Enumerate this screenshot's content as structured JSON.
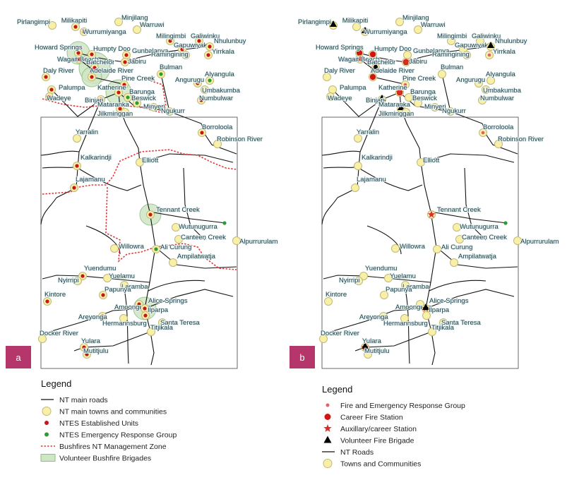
{
  "panels": [
    {
      "id": "a",
      "tag": "a",
      "legend": {
        "title": "Legend",
        "items": [
          {
            "symbol": "line",
            "label": "NT main roads"
          },
          {
            "symbol": "town",
            "label": "NT main towns and communities"
          },
          {
            "symbol": "red-dot",
            "label": "NTES Established Units"
          },
          {
            "symbol": "green-dot",
            "label": "NTES Emergency Response Group"
          },
          {
            "symbol": "dashed",
            "label": "Bushfires NT Management Zone"
          },
          {
            "symbol": "green-rect",
            "label": "Volunteer Bushfire Brigades"
          }
        ]
      },
      "places": [
        {
          "name": "Pirlangimpi"
        },
        {
          "name": "Milikapiti"
        },
        {
          "name": "Minjilang"
        },
        {
          "name": "Wurrumiyanga"
        },
        {
          "name": "Warruwi"
        },
        {
          "name": "Milingimbi"
        },
        {
          "name": "Galiwinku"
        },
        {
          "name": "Howard Springs"
        },
        {
          "name": "Humpty Doo"
        },
        {
          "name": "Gunbalanya"
        },
        {
          "name": "Gapuwiyak"
        },
        {
          "name": "Nhulunbuy"
        },
        {
          "name": "Wagait Beach"
        },
        {
          "name": "Jabiru"
        },
        {
          "name": "Ramingining"
        },
        {
          "name": "Yirrkala"
        },
        {
          "name": "Batchelor"
        },
        {
          "name": "Daly River"
        },
        {
          "name": "Adelaide River"
        },
        {
          "name": "Bulman"
        },
        {
          "name": "Alyangula"
        },
        {
          "name": "Palumpa"
        },
        {
          "name": "Pine Creek"
        },
        {
          "name": "Angurugu"
        },
        {
          "name": "Umbakumba"
        },
        {
          "name": "Wadeye"
        },
        {
          "name": "Katherine"
        },
        {
          "name": "Barunga"
        },
        {
          "name": "Numbulwar"
        },
        {
          "name": "Binjari"
        },
        {
          "name": "Beswick"
        },
        {
          "name": "Mataranka"
        },
        {
          "name": "Minyeri"
        },
        {
          "name": "Jilkminggan"
        },
        {
          "name": "Ngukurr"
        },
        {
          "name": "Borroloola"
        },
        {
          "name": "Yarralin"
        },
        {
          "name": "Robinson River"
        },
        {
          "name": "Kalkarindji"
        },
        {
          "name": "Elliott"
        },
        {
          "name": "Lajamanu"
        },
        {
          "name": "Tennant Creek"
        },
        {
          "name": "Wutunugurra"
        },
        {
          "name": "Canteen Creek"
        },
        {
          "name": "Alpurrurulam"
        },
        {
          "name": "Willowra"
        },
        {
          "name": "Ali Curung"
        },
        {
          "name": "Ampilatwatja"
        },
        {
          "name": "Yuendumu"
        },
        {
          "name": "Yuelamu"
        },
        {
          "name": "Nyirripi"
        },
        {
          "name": "Laramba"
        },
        {
          "name": "Kintore"
        },
        {
          "name": "Papunya"
        },
        {
          "name": "Amoonguna"
        },
        {
          "name": "Alice Springs"
        },
        {
          "name": "Areyonga"
        },
        {
          "name": "Ilparpa"
        },
        {
          "name": "Hermannsburg"
        },
        {
          "name": "Santa Teresa"
        },
        {
          "name": "Titjikala"
        },
        {
          "name": "Docker River"
        },
        {
          "name": "Yulara"
        },
        {
          "name": "Mutitjulu"
        }
      ]
    },
    {
      "id": "b",
      "tag": "b",
      "legend": {
        "title": "Legend",
        "items": [
          {
            "symbol": "pink-dot",
            "label": "Fire and Emergency Response Group"
          },
          {
            "symbol": "red-big-dot",
            "label": "Career Fire Station"
          },
          {
            "symbol": "red-star",
            "label": "Auxillary/career Station"
          },
          {
            "symbol": "triangle",
            "label": "Volunteer Fire Brigade"
          },
          {
            "symbol": "line",
            "label": "NT Roads"
          },
          {
            "symbol": "town",
            "label": "Towns and Communities"
          }
        ]
      },
      "places": [
        {
          "name": "Pirlangimpi"
        },
        {
          "name": "Milikapiti"
        },
        {
          "name": "Minjilang"
        },
        {
          "name": "Wurrumiyanga"
        },
        {
          "name": "Warruwi"
        },
        {
          "name": "Milingimbi"
        },
        {
          "name": "Galiwinku"
        },
        {
          "name": "Howard Springs"
        },
        {
          "name": "Humpty Doo"
        },
        {
          "name": "Gunbalanya"
        },
        {
          "name": "Gapuwiyak"
        },
        {
          "name": "Nhulunbuy"
        },
        {
          "name": "Wagait Beach"
        },
        {
          "name": "Jabiru"
        },
        {
          "name": "Ramingining"
        },
        {
          "name": "Yirrkala"
        },
        {
          "name": "Batchelor"
        },
        {
          "name": "Daly River"
        },
        {
          "name": "Adelaide River"
        },
        {
          "name": "Bulman"
        },
        {
          "name": "Alyangula"
        },
        {
          "name": "Palumpa"
        },
        {
          "name": "Pine Creek"
        },
        {
          "name": "Angurugu"
        },
        {
          "name": "Umbakumba"
        },
        {
          "name": "Wadeye"
        },
        {
          "name": "Katherine"
        },
        {
          "name": "Barunga"
        },
        {
          "name": "Numbulwar"
        },
        {
          "name": "Binjari"
        },
        {
          "name": "Beswick"
        },
        {
          "name": "Mataranka"
        },
        {
          "name": "Minyeri"
        },
        {
          "name": "Jilkminggan"
        },
        {
          "name": "Ngukurr"
        },
        {
          "name": "Borroloola"
        },
        {
          "name": "Yarralin"
        },
        {
          "name": "Robinson River"
        },
        {
          "name": "Kalkarindji"
        },
        {
          "name": "Elliott"
        },
        {
          "name": "Lajamanu"
        },
        {
          "name": "Tennant Creek"
        },
        {
          "name": "Wutunugurra"
        },
        {
          "name": "Canteen Creek"
        },
        {
          "name": "Alpurrurulam"
        },
        {
          "name": "Willowra"
        },
        {
          "name": "Ali Curung"
        },
        {
          "name": "Ampilatwatja"
        },
        {
          "name": "Yuendumu"
        },
        {
          "name": "Yuelamu"
        },
        {
          "name": "Nyirripi"
        },
        {
          "name": "Laramba"
        },
        {
          "name": "Kintore"
        },
        {
          "name": "Papunya"
        },
        {
          "name": "Amoonguna"
        },
        {
          "name": "Alice Springs"
        },
        {
          "name": "Areyonga"
        },
        {
          "name": "Ilparpa"
        },
        {
          "name": "Hermannsburg"
        },
        {
          "name": "Santa Teresa"
        },
        {
          "name": "Titjikala"
        },
        {
          "name": "Docker River"
        },
        {
          "name": "Yulara"
        },
        {
          "name": "Mutitjulu"
        }
      ]
    }
  ],
  "colors": {
    "town_fill": "#f7f0a6",
    "town_stroke": "#c2b878",
    "established_unit": "#c8141b",
    "response_group": "#2f9a37",
    "brigade_fill": "#cfe6c4",
    "brigade_stroke": "#8ebc86",
    "management_zone": "#e03a3a",
    "road": "#111111",
    "fire_response_group": "#e0606e",
    "career_station": "#d41414",
    "aux_station": "#d92c2c",
    "volunteer_brigade": "#000000",
    "panel_tag_bg": "#b5366b",
    "border": "#444444"
  }
}
